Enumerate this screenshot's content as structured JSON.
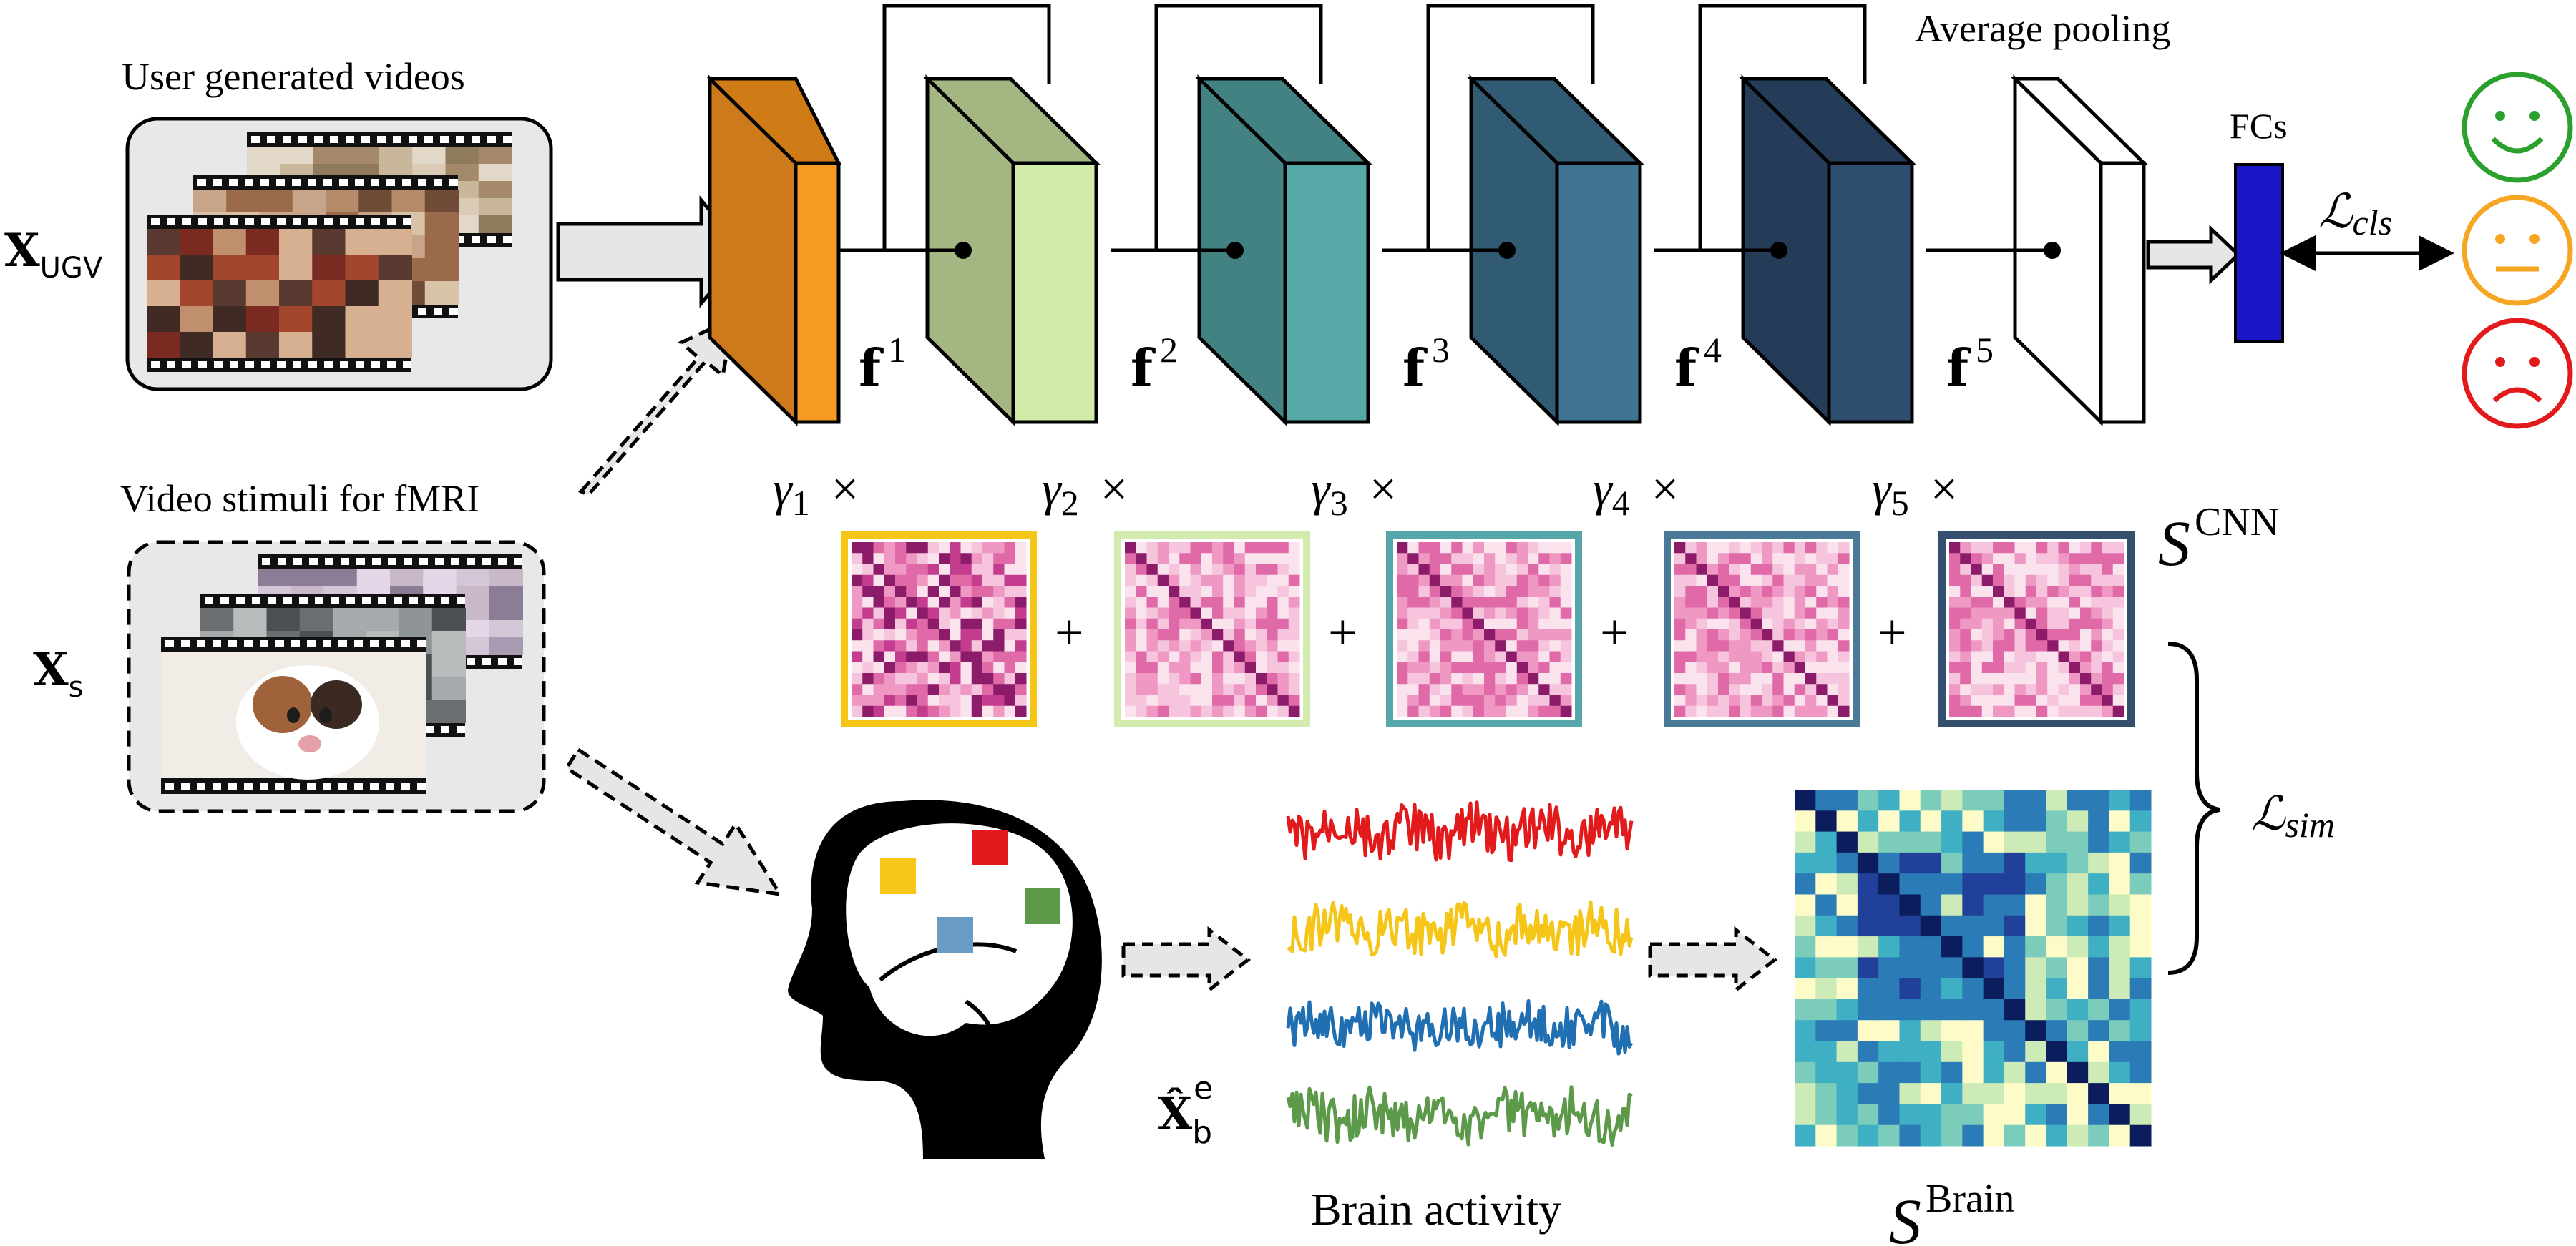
{
  "inputs": {
    "ugv_title": "User generated videos",
    "ugv_symbol": "X",
    "ugv_subscript": "UGV",
    "stimuli_title": "Video stimuli for fMRI",
    "stimuli_symbol": "X",
    "stimuli_subscript": "s"
  },
  "network": {
    "avg_pool_label": "Average pooling",
    "fc_label": "FCs",
    "features": [
      {
        "base": "f",
        "sup": "1"
      },
      {
        "base": "f",
        "sup": "2"
      },
      {
        "base": "f",
        "sup": "3"
      },
      {
        "base": "f",
        "sup": "4"
      },
      {
        "base": "f",
        "sup": "5"
      }
    ],
    "block_colors": [
      "#f59a23",
      "#d2eba8",
      "#55a7a8",
      "#3f7593",
      "#2e4d6f"
    ]
  },
  "loss": {
    "cls_base": "ℒ",
    "cls_sub": "cls",
    "sim_base": "ℒ",
    "sim_sub": "sim"
  },
  "weights": [
    {
      "base": "γ",
      "sub": "1",
      "op": "×"
    },
    {
      "base": "γ",
      "sub": "2",
      "op": "×"
    },
    {
      "base": "γ",
      "sub": "3",
      "op": "×"
    },
    {
      "base": "γ",
      "sub": "4",
      "op": "×"
    },
    {
      "base": "γ",
      "sub": "5",
      "op": "×"
    }
  ],
  "plus_sign": "+",
  "similarity": {
    "cnn_base": "S",
    "cnn_sup": "CNN",
    "brain_base": "S",
    "brain_sup": "Brain",
    "matrix_border_colors": [
      "#f5c518",
      "#d4ebb0",
      "#57a6aa",
      "#4a7a97",
      "#34506e"
    ]
  },
  "brain": {
    "estimate_symbol": "X̂",
    "estimate_sub": "b",
    "estimate_sup": "e",
    "activity_label": "Brain activity",
    "signal_colors": [
      "#e31a1c",
      "#f5c518",
      "#1f6fb2",
      "#5c9a4a"
    ],
    "region_colors": [
      "#f5c518",
      "#e31a1c",
      "#5c9a4a",
      "#6a9bc3"
    ]
  },
  "emotions": [
    {
      "name": "positive",
      "color": "#2ca02c"
    },
    {
      "name": "neutral",
      "color": "#f5a623"
    },
    {
      "name": "negative",
      "color": "#e31a1c"
    }
  ]
}
